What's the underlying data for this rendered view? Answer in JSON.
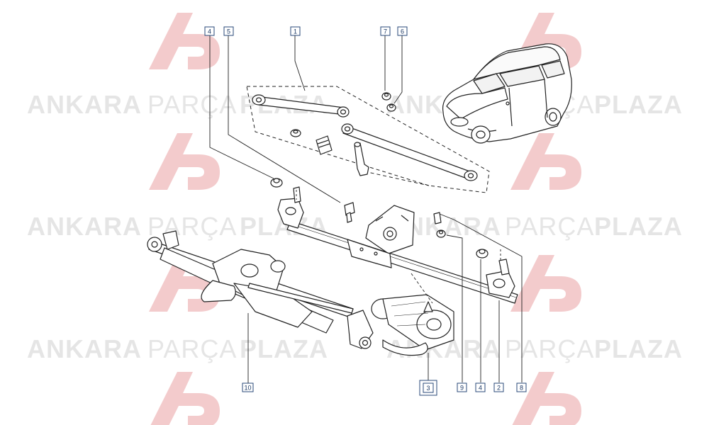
{
  "watermark": {
    "word_ankara": "ANKARA",
    "word_parca": "PARÇA",
    "word_plaza": "PLAZA",
    "logo_letters": "AP",
    "logo_color": "#c9141a",
    "text_color": "#9a9a9a"
  },
  "callouts": [
    {
      "id": "4",
      "label": "4"
    },
    {
      "id": "5",
      "label": "5"
    },
    {
      "id": "1",
      "label": "1"
    },
    {
      "id": "7",
      "label": "7"
    },
    {
      "id": "6",
      "label": "6"
    },
    {
      "id": "10",
      "label": "10"
    },
    {
      "id": "3",
      "label": "3",
      "highlighted": true
    },
    {
      "id": "9",
      "label": "9"
    },
    {
      "id": "4b",
      "label": "4"
    },
    {
      "id": "2",
      "label": "2"
    },
    {
      "id": "8",
      "label": "8"
    }
  ],
  "colors": {
    "line": "#222222",
    "callout_border": "#2a4a78",
    "highlight": "#d0121b"
  }
}
